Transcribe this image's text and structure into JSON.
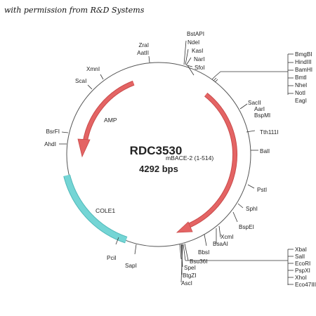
{
  "header_note": "with permission from R&D Systems",
  "plasmid": {
    "name": "RDC3530",
    "size": "4292 bps"
  },
  "colors": {
    "arrow": "#e46464",
    "arrow_stroke": "#c84a4a",
    "cole1": "#74d5d5",
    "cole1_stroke": "#4fb8b8",
    "backbone": "#555555"
  },
  "features": {
    "amp": "AMP",
    "insert": "mBACE-2 (1-514)",
    "ori": "COLE1"
  },
  "sites": {
    "bstapi": "BstAPI",
    "ndei": "NdeI",
    "kasi": "KasI",
    "nari": "NarI",
    "sfoi": "SfoI",
    "zrai": "ZraI",
    "aatii": "AatII",
    "xmni": "XmnI",
    "scai": "ScaI",
    "bsrfi": "BsrFI",
    "ahdi": "AhdI",
    "pcii": "PciI",
    "sapi": "SapI",
    "bmgbi": "BmgBI",
    "hindiii": "HindIII",
    "bamhi": "BamHI",
    "bmti": "BmtI",
    "nhei": "NheI",
    "noti": "NotI",
    "eagi": "EagI",
    "sacii": "SacII",
    "aari": "AarI",
    "bspmi": "BspMI",
    "tth111i": "Tth111I",
    "bali": "BalI",
    "psti": "PstI",
    "sphi": "SphI",
    "bspei": "BspEI",
    "xcmi": "XcmI",
    "bsaai": "BsaAI",
    "bbsi": "BbsI",
    "bsu36i": "Bsu36I",
    "spei": "SpeI",
    "btgzi": "BtgZI",
    "asci": "AscI",
    "xbai": "XbaI",
    "sali": "SalI",
    "ecori": "EcoRI",
    "pspxi": "PspXI",
    "xhoi": "XhoI",
    "eco47iii": "Eco47III"
  }
}
